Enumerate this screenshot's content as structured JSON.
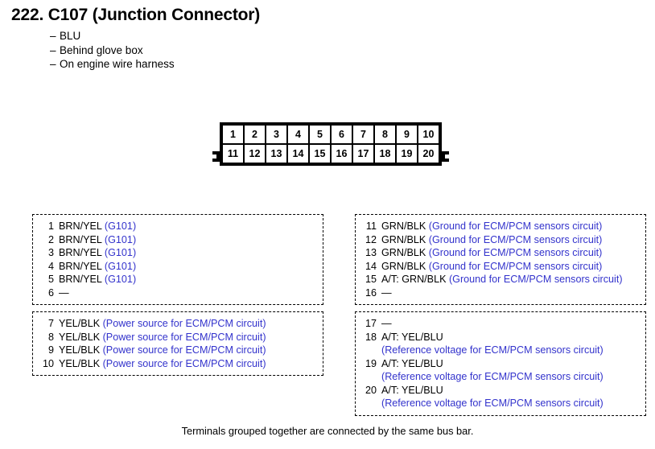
{
  "header": {
    "title": "222. C107 (Junction Connector)",
    "bullets": [
      "BLU",
      "Behind glove box",
      "On engine wire harness"
    ],
    "bullet_mark": "–"
  },
  "connector": {
    "name": "C107",
    "top_row": [
      "1",
      "2",
      "3",
      "4",
      "5",
      "6",
      "7",
      "8",
      "9",
      "10"
    ],
    "bottom_row": [
      "11",
      "12",
      "13",
      "14",
      "15",
      "16",
      "17",
      "18",
      "19",
      "20"
    ]
  },
  "colors": {
    "note_blue": "#3333cc",
    "text_black": "#000000",
    "background": "#ffffff"
  },
  "pin_groups": [
    {
      "id": "group-1-6",
      "column": "left",
      "rows": [
        {
          "num": "1",
          "wire": "BRN/YEL",
          "note": "(G101)"
        },
        {
          "num": "2",
          "wire": "BRN/YEL",
          "note": "(G101)"
        },
        {
          "num": "3",
          "wire": "BRN/YEL",
          "note": "(G101)"
        },
        {
          "num": "4",
          "wire": "BRN/YEL",
          "note": "(G101)"
        },
        {
          "num": "5",
          "wire": "BRN/YEL",
          "note": "(G101)"
        },
        {
          "num": "6",
          "wire": "—",
          "note": ""
        }
      ]
    },
    {
      "id": "group-7-10",
      "column": "left",
      "rows": [
        {
          "num": "7",
          "wire": "YEL/BLK",
          "note": "(Power source for ECM/PCM circuit)"
        },
        {
          "num": "8",
          "wire": "YEL/BLK",
          "note": "(Power source for ECM/PCM circuit)"
        },
        {
          "num": "9",
          "wire": "YEL/BLK",
          "note": "(Power source for ECM/PCM circuit)"
        },
        {
          "num": "10",
          "wire": "YEL/BLK",
          "note": "(Power source for ECM/PCM circuit)"
        }
      ]
    },
    {
      "id": "group-11-16",
      "column": "right",
      "rows": [
        {
          "num": "11",
          "wire": "GRN/BLK",
          "note": "(Ground for ECM/PCM sensors circuit)"
        },
        {
          "num": "12",
          "wire": "GRN/BLK",
          "note": "(Ground for ECM/PCM sensors circuit)"
        },
        {
          "num": "13",
          "wire": "GRN/BLK",
          "note": "(Ground for ECM/PCM sensors circuit)"
        },
        {
          "num": "14",
          "wire": "GRN/BLK",
          "note": "(Ground for ECM/PCM sensors circuit)"
        },
        {
          "num": "15",
          "wire": "A/T: GRN/BLK",
          "note": "(Ground for ECM/PCM sensors circuit)"
        },
        {
          "num": "16",
          "wire": "—",
          "note": ""
        }
      ]
    },
    {
      "id": "group-17-20",
      "column": "right",
      "rows": [
        {
          "num": "17",
          "wire": "—",
          "note": ""
        },
        {
          "num": "18",
          "wire": "A/T: YEL/BLU",
          "note": "(Reference voltage for ECM/PCM sensors circuit)",
          "wrap": true
        },
        {
          "num": "19",
          "wire": "A/T: YEL/BLU",
          "note": "(Reference voltage for ECM/PCM sensors circuit)",
          "wrap": true
        },
        {
          "num": "20",
          "wire": "A/T: YEL/BLU",
          "note": "(Reference voltage for ECM/PCM sensors circuit)",
          "wrap": true
        }
      ]
    }
  ],
  "footer": {
    "caption": "Terminals grouped together are connected by the same bus bar."
  }
}
